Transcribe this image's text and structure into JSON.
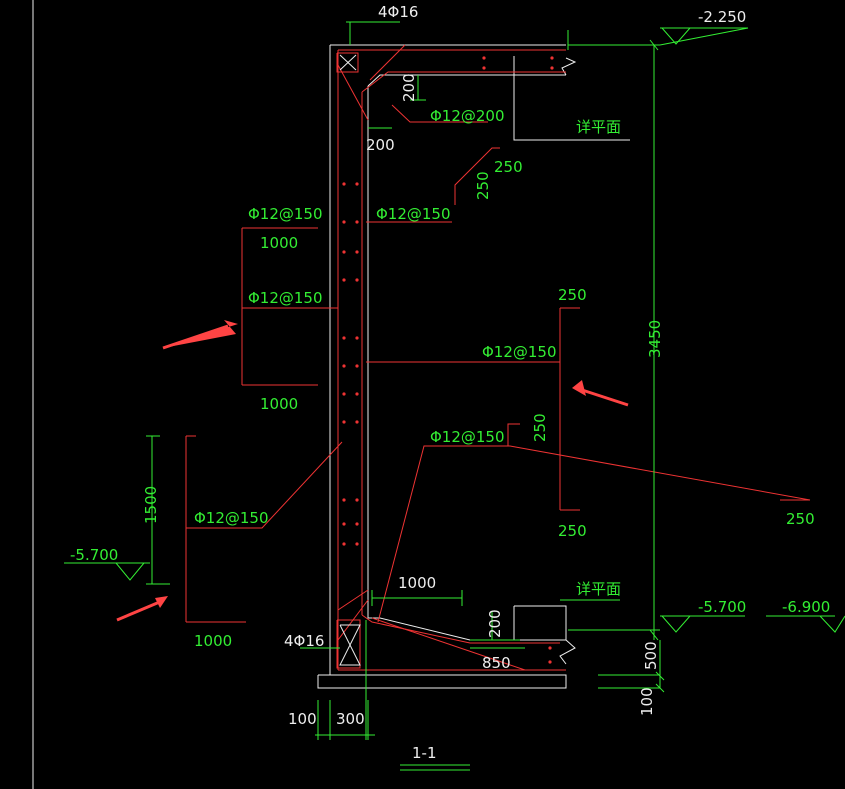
{
  "colors": {
    "background": "#000000",
    "dimension": "#33ee33",
    "rebar": "#ee3333",
    "concrete": "#eeeeee",
    "arrow": "#ff4444"
  },
  "top_rebar": "4Φ16",
  "bottom_rebar": "4Φ16",
  "haunch_rebar": "Φ12@200",
  "haunch_h": "200",
  "haunch_w": "200",
  "detail_top": "详平面",
  "detail_bottom": "详平面",
  "elev_top": "-2.250",
  "elev_left": "-5.700",
  "elev_right1": "-5.700",
  "elev_right2": "-6.900",
  "dim_250_a": "250",
  "dim_250_b": "250",
  "dim_250_c": "250",
  "dim_250_d": "250",
  "dim_250_e": "250",
  "dim_250_f": "250",
  "outer_rebar1": "Φ12@150",
  "inner_rebar1": "Φ12@150",
  "outer_rebar2": "Φ12@150",
  "inner_rebar2": "Φ12@150",
  "inner_rebar3": "Φ12@150",
  "left_rebar": "Φ12@150",
  "dim_1000_a": "1000",
  "dim_1000_b": "1000",
  "dim_1000_c": "1000",
  "dim_1000_d": "1000",
  "dim_1500": "1500",
  "dim_3450": "3450",
  "dim_500": "500",
  "dim_100_a": "100",
  "dim_100_b": "100",
  "dim_300": "300",
  "dim_850": "850",
  "base_haunch": "200",
  "section_label": "1-1"
}
